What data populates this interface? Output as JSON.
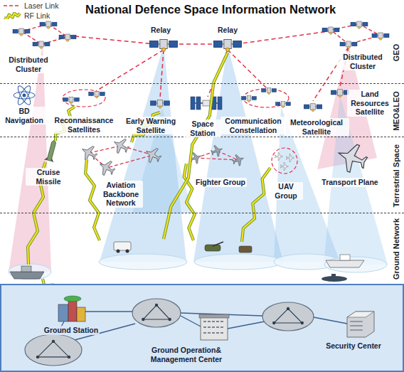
{
  "diagram": {
    "title": "National Defence Space Information Network",
    "nodes": [
      {
        "text": [
          "GEO"
        ]
      },
      {
        "text": [
          "MEO&LEO"
        ]
      },
      {
        "text": [
          "Terrestrial Space"
        ]
      },
      {
        "text": [
          "Ground Network"
        ]
      }
    ],
    "labels": [
      "Relay",
      "Relay",
      "Distributed Cluster",
      "Distributed Cluster",
      "BD Navigation",
      "Reconnaissance Satellites",
      "Early Warning Satellite",
      "Space Station",
      "Communication Constellation",
      "Meteorological Satellite",
      "Land Resources Satellite",
      "Cruise Missile",
      "Aviation Backbone Network",
      "Fighter Group",
      "UAV Group",
      "Transport Plane",
      "Ground Station",
      "Ground Operation& Management Center",
      "Security Center"
    ],
    "legend": [
      {
        "text": "Laser Link"
      },
      {
        "text": "RF Link"
      }
    ]
  }
}
